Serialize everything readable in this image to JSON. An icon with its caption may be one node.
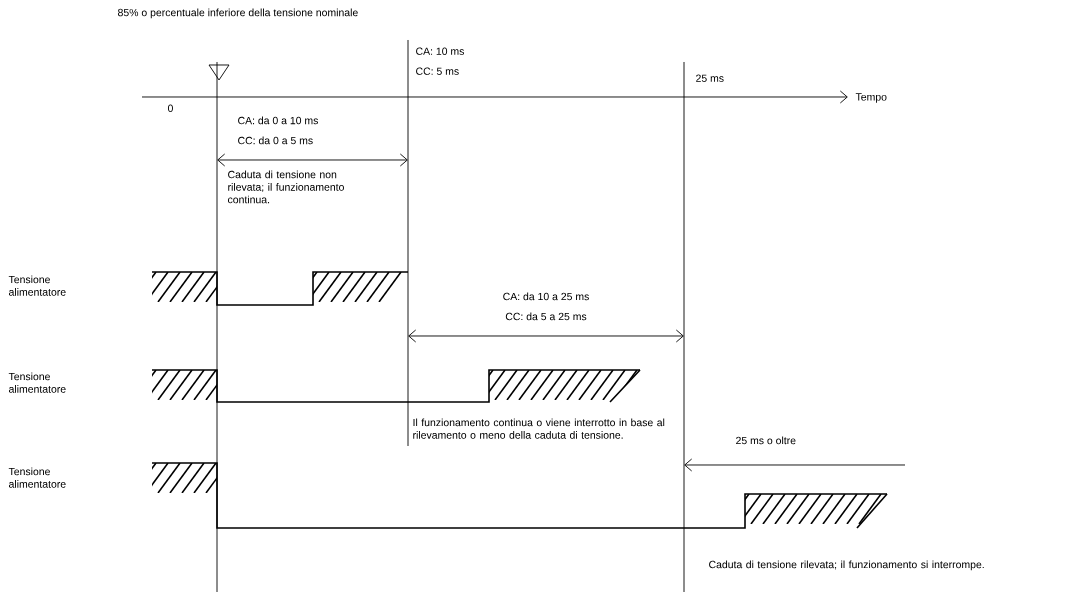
{
  "diagram": {
    "labels": [
      "85% o percentuale inferiore della tensione nominale",
      "CA: 10 ms",
      "CC: 5 ms",
      "25 ms",
      "Tempo",
      "0",
      "CA: da 0 a 10 ms",
      "CC: da 0 a 5 ms",
      "Caduta di tensione non rilevata; il funzionamento continua.",
      "Tensione alimentatore",
      "CA: da 10 a 25 ms",
      "CC: da 5 a 25 ms",
      "Tensione alimentatore",
      "Il funzionamento continua o viene interrotto in base al rilevamento o meno della caduta di tensione.",
      "25 ms o oltre",
      "Tensione alimentatore",
      "Caduta di tensione rilevata; il funzionamento si interrompe."
    ]
  }
}
